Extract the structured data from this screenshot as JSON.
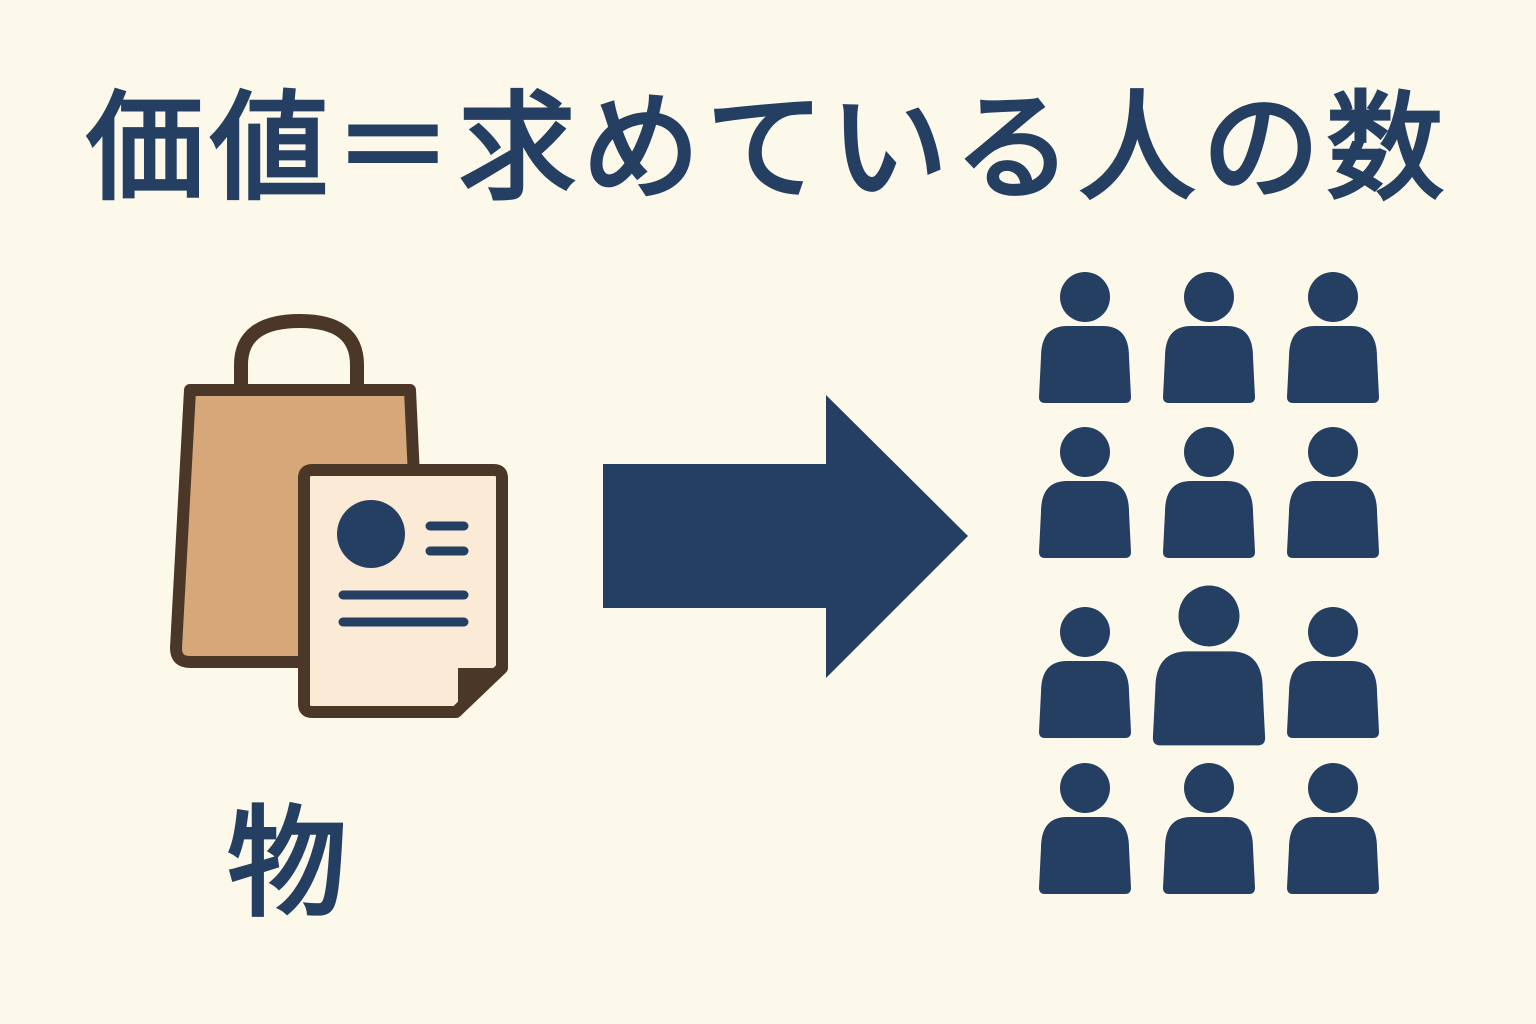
{
  "title": "価値＝求めている人の数",
  "item_label": "物",
  "icons": {
    "item": "shopping-bag-and-document-icon",
    "arrow": "right-arrow-icon",
    "people": "person-icon"
  },
  "people_count": 12,
  "colors": {
    "background": "#fdf9ea",
    "primary": "#243f62",
    "bag": "#d6a778",
    "outline": "#4a3728",
    "paper": "#fbead6"
  }
}
